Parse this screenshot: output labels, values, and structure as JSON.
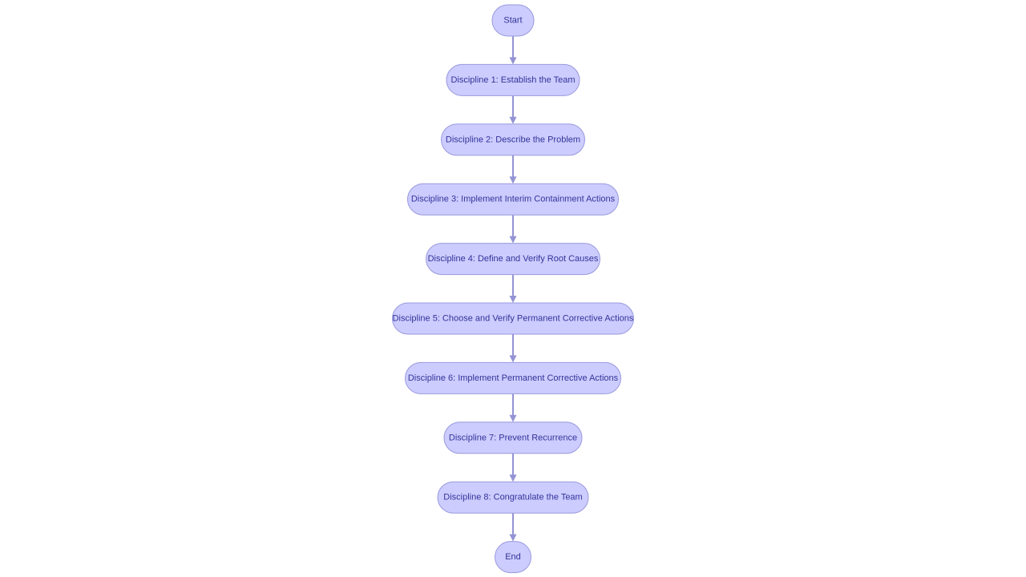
{
  "flowchart": {
    "nodes": [
      {
        "id": "start",
        "label": "Start"
      },
      {
        "id": "d1",
        "label": "Discipline 1: Establish the Team"
      },
      {
        "id": "d2",
        "label": "Discipline 2: Describe the Problem"
      },
      {
        "id": "d3",
        "label": "Discipline 3: Implement Interim Containment Actions"
      },
      {
        "id": "d4",
        "label": "Discipline 4: Define and Verify Root Causes"
      },
      {
        "id": "d5",
        "label": "Discipline 5: Choose and Verify Permanent Corrective Actions"
      },
      {
        "id": "d6",
        "label": "Discipline 6: Implement Permanent Corrective Actions"
      },
      {
        "id": "d7",
        "label": "Discipline 7: Prevent Recurrence"
      },
      {
        "id": "d8",
        "label": "Discipline 8: Congratulate the Team"
      },
      {
        "id": "end",
        "label": "End"
      }
    ],
    "edges": [
      {
        "from": "start",
        "to": "d1"
      },
      {
        "from": "d1",
        "to": "d2"
      },
      {
        "from": "d2",
        "to": "d3"
      },
      {
        "from": "d3",
        "to": "d4"
      },
      {
        "from": "d4",
        "to": "d5"
      },
      {
        "from": "d5",
        "to": "d6"
      },
      {
        "from": "d6",
        "to": "d7"
      },
      {
        "from": "d7",
        "to": "d8"
      },
      {
        "from": "d8",
        "to": "end"
      }
    ],
    "colors": {
      "node_fill": "#ccccff",
      "node_stroke": "#9999dd",
      "label_text": "#333399",
      "edge": "#9393d4"
    }
  }
}
